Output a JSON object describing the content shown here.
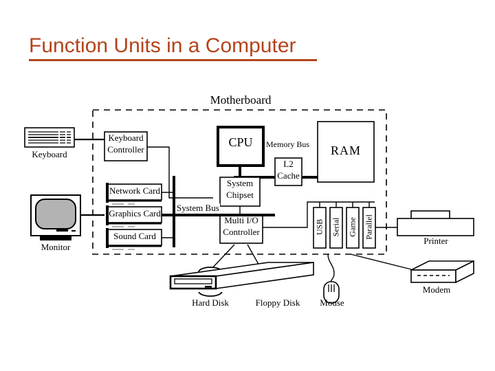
{
  "slide": {
    "title": "Function Units in a Computer",
    "title_color": "#b4431a"
  },
  "diagram": {
    "enclosure_label": "Motherboard",
    "bus_labels": {
      "memory_bus": "Memory Bus",
      "system_bus": "System Bus"
    },
    "motherboard_blocks": [
      {
        "id": "keyboard-controller",
        "label": "Keyboard\nController",
        "line1": "Keyboard",
        "line2": "Controller"
      },
      {
        "id": "cpu",
        "label": "CPU"
      },
      {
        "id": "l2-cache",
        "label": "L2\nCache",
        "line1": "L2",
        "line2": "Cache"
      },
      {
        "id": "ram",
        "label": "RAM"
      },
      {
        "id": "network-card",
        "label": "Network Card"
      },
      {
        "id": "graphics-card",
        "label": "Graphics Card"
      },
      {
        "id": "sound-card",
        "label": "Sound Card"
      },
      {
        "id": "system-chipset",
        "label": "System\nChipset",
        "line1": "System",
        "line2": "Chipset"
      },
      {
        "id": "multi-io-controller",
        "label": "Multi I/O\nController",
        "line1": "Multi I/O",
        "line2": "Controller"
      }
    ],
    "ports": [
      {
        "id": "usb",
        "label": "USB"
      },
      {
        "id": "serial",
        "label": "Serial"
      },
      {
        "id": "game",
        "label": "Game"
      },
      {
        "id": "parallel",
        "label": "Parallel"
      }
    ],
    "peripherals": [
      {
        "id": "keyboard",
        "label": "Keyboard"
      },
      {
        "id": "monitor",
        "label": "Monitor"
      },
      {
        "id": "hard-disk",
        "label": "Hard Disk"
      },
      {
        "id": "floppy-disk",
        "label": "Floppy Disk"
      },
      {
        "id": "mouse",
        "label": "Mouse"
      },
      {
        "id": "printer",
        "label": "Printer"
      },
      {
        "id": "modem",
        "label": "Modem"
      }
    ],
    "colors": {
      "stroke": "#000000",
      "monitor_screen": "#b3b3b3",
      "background": "#ffffff"
    }
  }
}
